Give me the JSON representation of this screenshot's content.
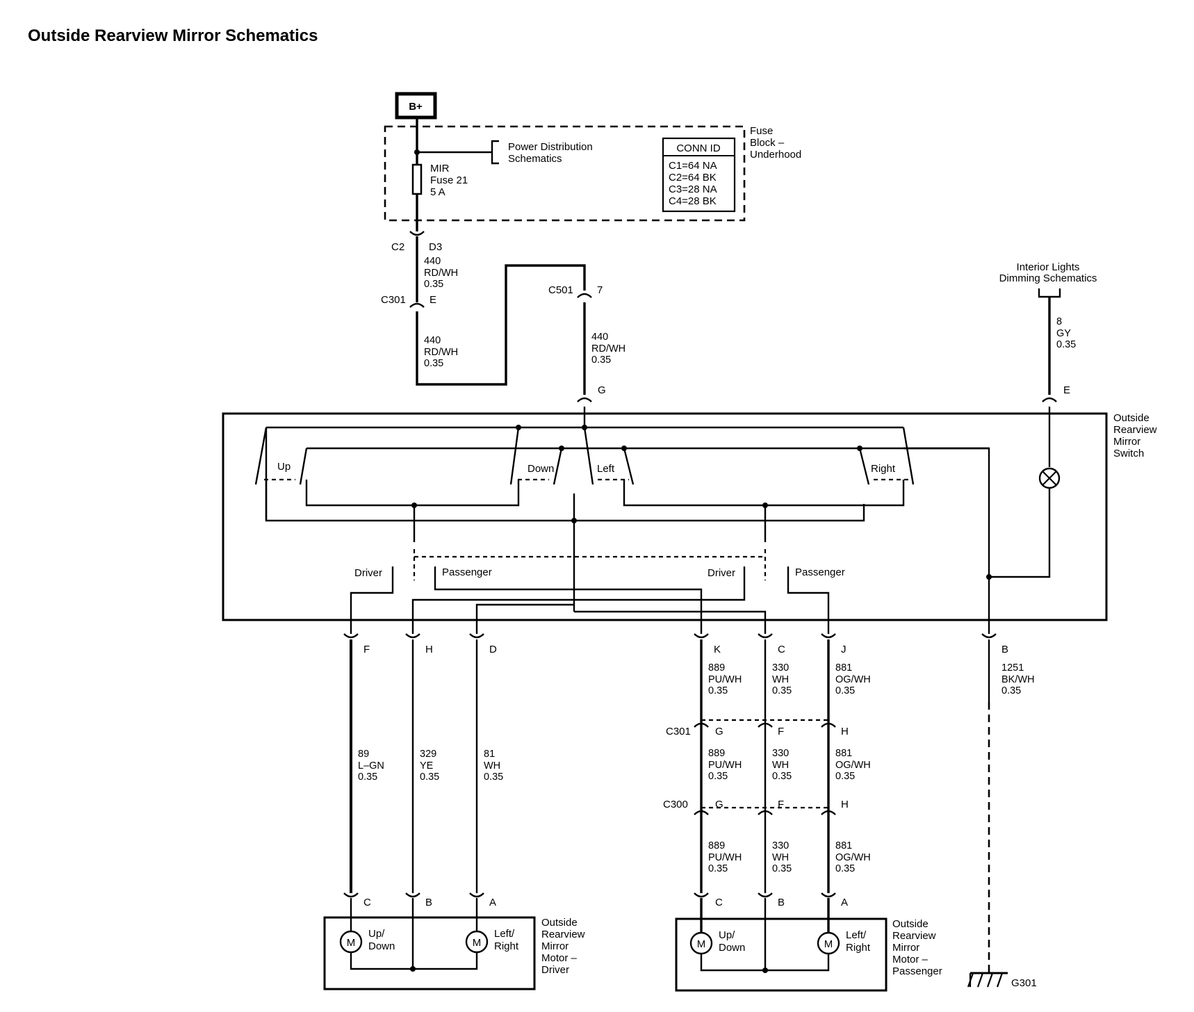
{
  "title": "Outside Rearview Mirror Schematics",
  "power": {
    "source": "B+",
    "power_distribution": [
      "Power Distribution",
      "Schematics"
    ],
    "fuse": [
      "MIR",
      "Fuse 21",
      "5 A"
    ],
    "fuse_block": [
      "Fuse",
      "Block –",
      "Underhood"
    ],
    "conn_id": {
      "header": "CONN ID",
      "rows": [
        "C1=64 NA",
        "C2=64 BK",
        "C3=28 NA",
        "C4=28 BK"
      ]
    }
  },
  "connectors": {
    "c2": "C2",
    "c2_pin": "D3",
    "c301_top": "C301",
    "c301_top_pin": "E",
    "c501": "C501",
    "c501_pin": "7",
    "switch_g": "G",
    "switch_e": "E",
    "c301": "C301",
    "c300": "C300"
  },
  "wires": {
    "w440_a": [
      "440",
      "RD/WH",
      "0.35"
    ],
    "w440_b": [
      "440",
      "RD/WH",
      "0.35"
    ],
    "w440_c": [
      "440",
      "RD/WH",
      "0.35"
    ],
    "w8": [
      "8",
      "GY",
      "0.35"
    ],
    "w89": [
      "89",
      "L–GN",
      "0.35"
    ],
    "w329": [
      "329",
      "YE",
      "0.35"
    ],
    "w81": [
      "81",
      "WH",
      "0.35"
    ],
    "w889": [
      "889",
      "PU/WH",
      "0.35"
    ],
    "w330": [
      "330",
      "WH",
      "0.35"
    ],
    "w881": [
      "881",
      "OG/WH",
      "0.35"
    ],
    "w1251": [
      "1251",
      "BK/WH",
      "0.35"
    ]
  },
  "interior_lights": [
    "Interior Lights",
    "Dimming Schematics"
  ],
  "switch": {
    "name": [
      "Outside",
      "Rearview",
      "Mirror",
      "Switch"
    ],
    "contacts": {
      "up": "Up",
      "down": "Down",
      "left": "Left",
      "right": "Right"
    },
    "selector": {
      "driver_1": "Driver",
      "passenger_1": "Passenger",
      "driver_2": "Driver",
      "passenger_2": "Passenger"
    },
    "bottom_pins": {
      "f": "F",
      "h": "H",
      "d": "D",
      "k": "K",
      "c": "C",
      "j": "J",
      "b": "B"
    }
  },
  "inline_pins": {
    "c301": {
      "g": "G",
      "f": "F",
      "h": "H"
    },
    "c300": {
      "g": "G",
      "f": "F",
      "h": "H"
    }
  },
  "motor_driver": {
    "name": [
      "Outside",
      "Rearview",
      "Mirror",
      "Motor –",
      "Driver"
    ],
    "pins": {
      "c": "C",
      "b": "B",
      "a": "A"
    },
    "updown": [
      "Up/",
      "Down"
    ],
    "leftright": [
      "Left/",
      "Right"
    ],
    "m": "M"
  },
  "motor_passenger": {
    "name": [
      "Outside",
      "Rearview",
      "Mirror",
      "Motor –",
      "Passenger"
    ],
    "pins": {
      "c": "C",
      "b": "B",
      "a": "A"
    },
    "updown": [
      "Up/",
      "Down"
    ],
    "leftright": [
      "Left/",
      "Right"
    ],
    "m": "M"
  },
  "ground": "G301"
}
